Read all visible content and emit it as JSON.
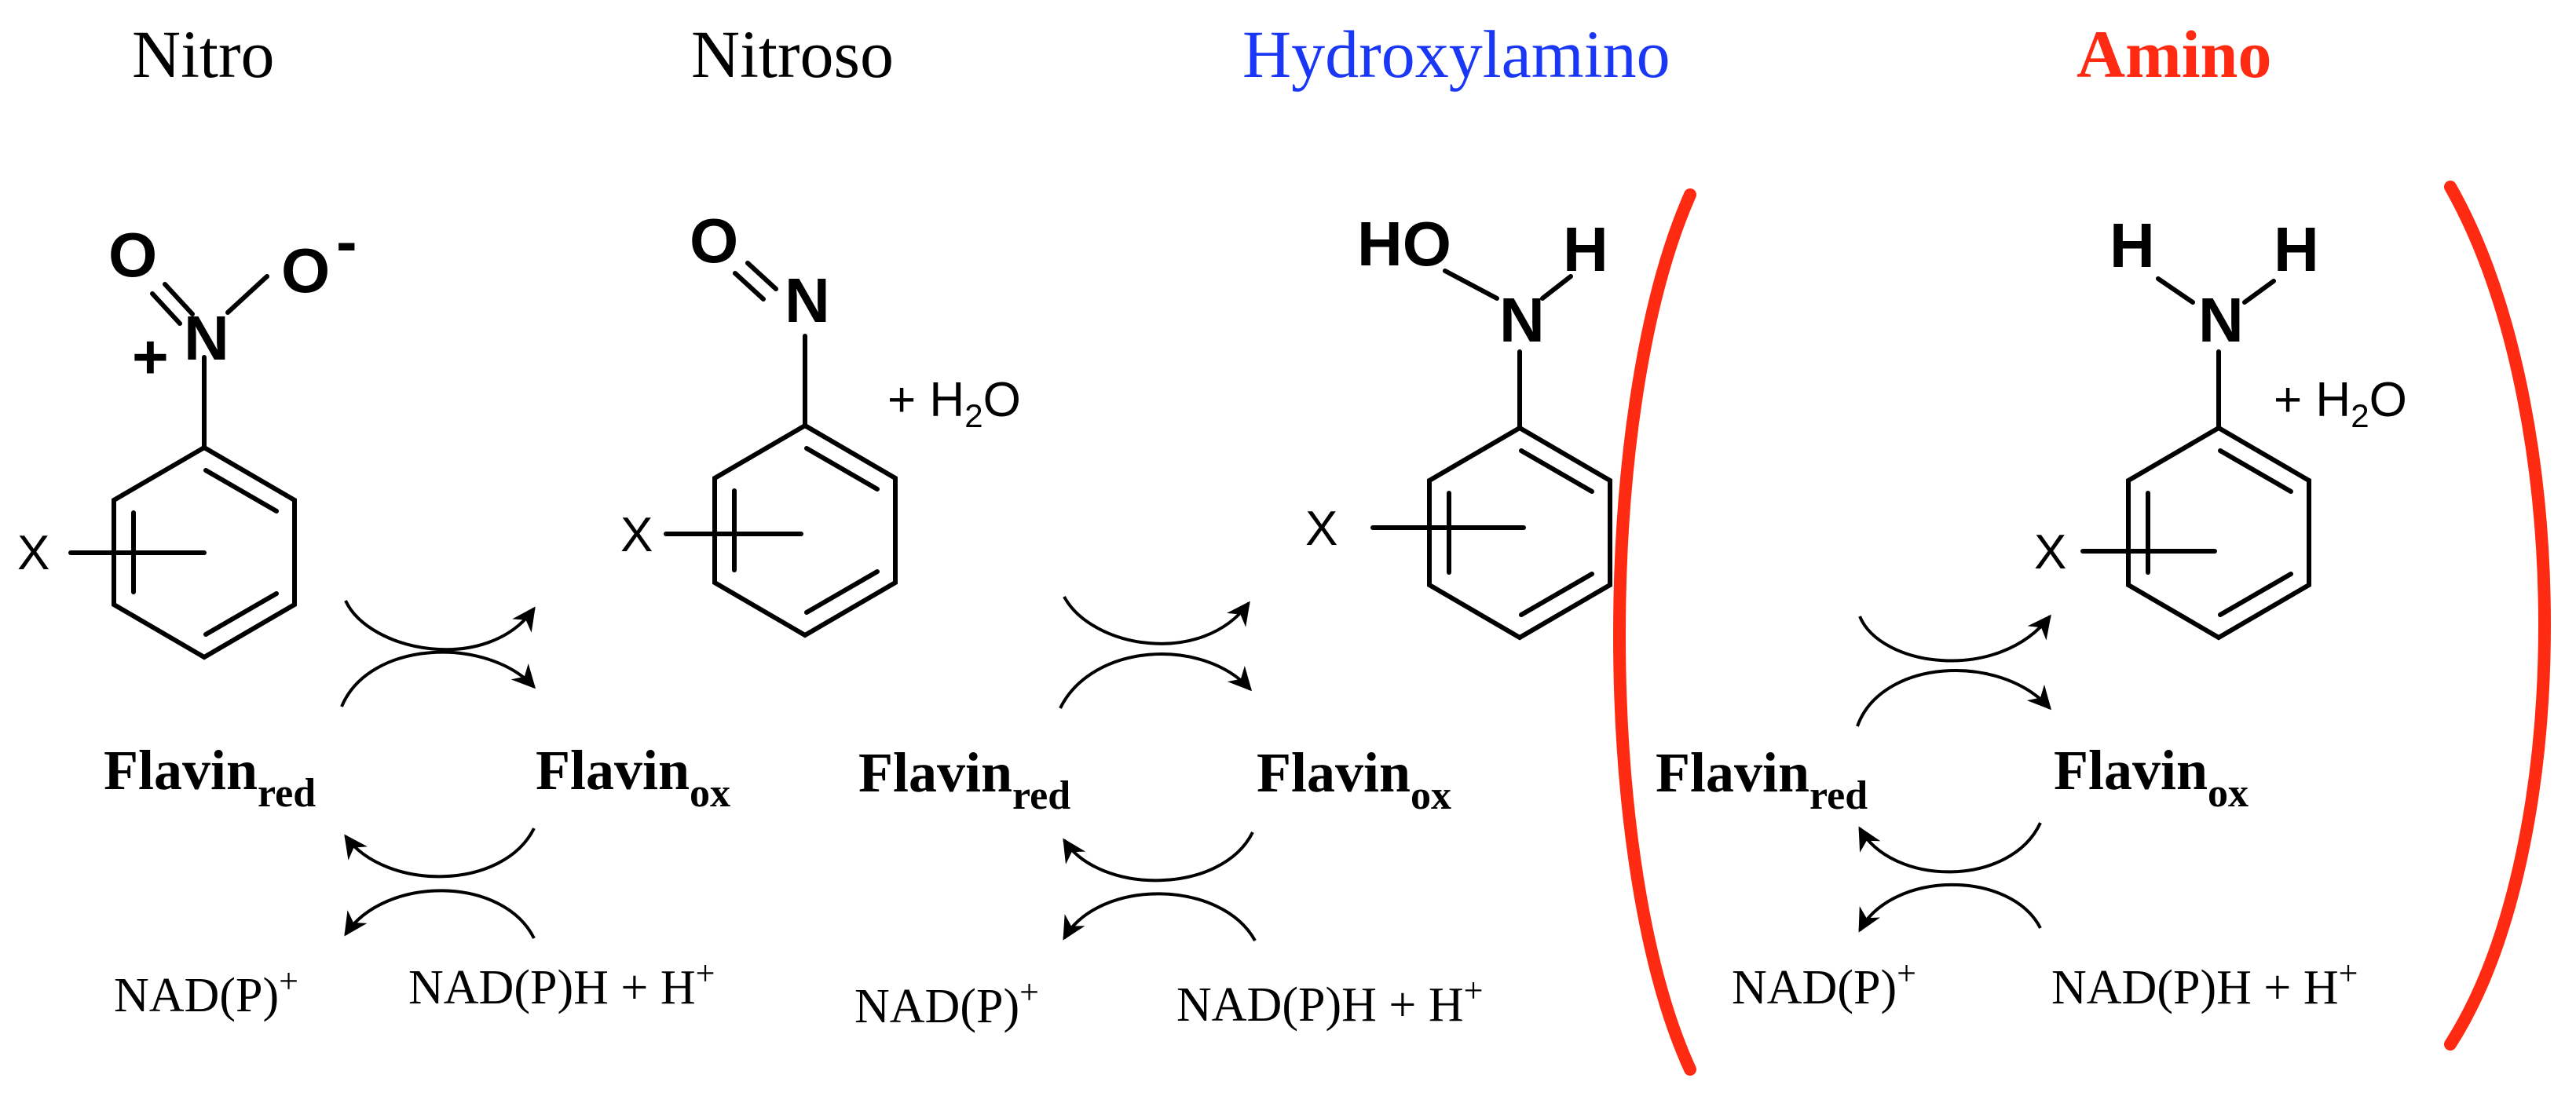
{
  "titles": {
    "nitro": "Nitro",
    "nitroso": "Nitroso",
    "hydroxylamino": "Hydroxylamino",
    "amino": "Amino"
  },
  "structures": {
    "substituent": "X",
    "nitro": {
      "o_left": "O",
      "o_right": "O",
      "charge_minus": "-",
      "charge_plus": "+",
      "n": "N"
    },
    "nitroso": {
      "o": "O",
      "n": "N"
    },
    "hydroxylamino": {
      "ho": "HO",
      "h": "H",
      "n": "N"
    },
    "amino": {
      "h_left": "H",
      "h_right": "H",
      "n": "N"
    }
  },
  "water": {
    "plus": "+ H",
    "sub": "2",
    "o": "O"
  },
  "cofactors": {
    "flavin": "Flavin",
    "red": "red",
    "ox": "ox",
    "nadp_plus": "NAD(P)",
    "nadph": "NAD(P)H + H",
    "plus_sign": "+"
  },
  "colors": {
    "hydroxylamino": "#1a37f5",
    "amino": "#ff2a12",
    "bracket": "#ff2a12",
    "ink": "#000000"
  }
}
